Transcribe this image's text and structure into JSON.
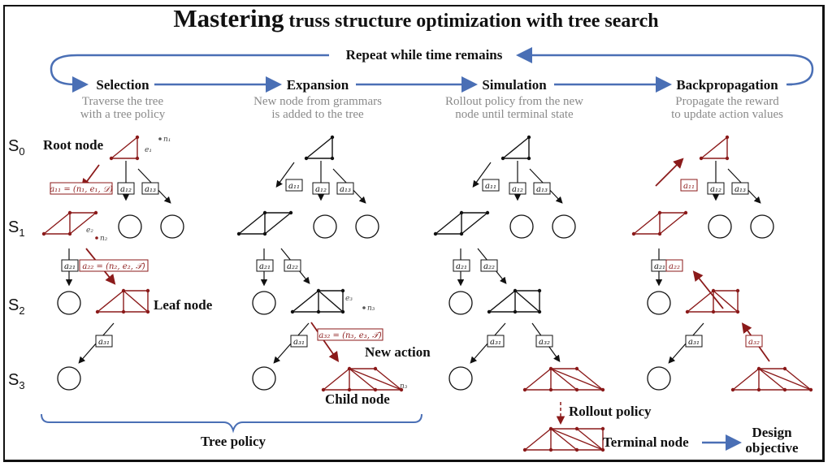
{
  "title": {
    "lead": "Mastering",
    "rest": "truss structure optimization with tree search"
  },
  "loop_label": "Repeat while time remains",
  "stages": [
    {
      "name": "Selection",
      "desc1": "Traverse the tree",
      "desc2": "with a tree policy"
    },
    {
      "name": "Expansion",
      "desc1": "New node from grammars",
      "desc2": "is added to the tree"
    },
    {
      "name": "Simulation",
      "desc1": "Rollout policy from the new",
      "desc2": "node until terminal state"
    },
    {
      "name": "Backpropagation",
      "desc1": "Propagate the reward",
      "desc2": "to update action values"
    }
  ],
  "states": [
    "S",
    "S",
    "S",
    "S"
  ],
  "state_subs": [
    "0",
    "1",
    "2",
    "3"
  ],
  "labels": {
    "root_node": "Root node",
    "leaf_node": "Leaf node",
    "new_action": "New action",
    "child_node": "Child node",
    "rollout_policy": "Rollout policy",
    "terminal_node": "Terminal node",
    "design_objective_1": "Design",
    "design_objective_2": "objective",
    "tree_policy": "Tree policy"
  },
  "actions": {
    "a11_full": "a₁₁ = (n₁, e₁, 𝒟)",
    "a22_full": "a₂₂ = (n₂, e₂, 𝒯)",
    "a32_full": "a₃₂ = (n₃, e₃, 𝒯)",
    "a11": "a₁₁",
    "a12": "a₁₂",
    "a13": "a₁₃",
    "a21": "a₂₁",
    "a22": "a₂₂",
    "a31": "a₃₁",
    "a32": "a₃₂"
  },
  "annotations": {
    "n1": "n₁",
    "e1": "e₁",
    "n2": "n₂",
    "e2": "e₂",
    "n3": "n₃",
    "e3": "e₃",
    "n3b": "n₃"
  },
  "colors": {
    "highlight": "#8b1a1a",
    "accent": "#4a6fb5",
    "ink": "#111111",
    "muted": "#8a8a8a"
  }
}
